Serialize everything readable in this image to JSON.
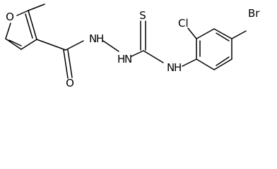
{
  "molecule": {
    "atom_labels": {
      "furan_oxygen": "O",
      "carbonyl_oxygen": "O",
      "hydrazide_nh_1": "N",
      "hydrazide_nh_1_h": "H",
      "hydrazide_nh_2": "N",
      "hydrazide_nh_2_h": "H",
      "thione_sulfur": "S",
      "amide_nh": "N",
      "amide_nh_h": "H",
      "chlorine": "Cl",
      "bromine": "Br"
    }
  }
}
